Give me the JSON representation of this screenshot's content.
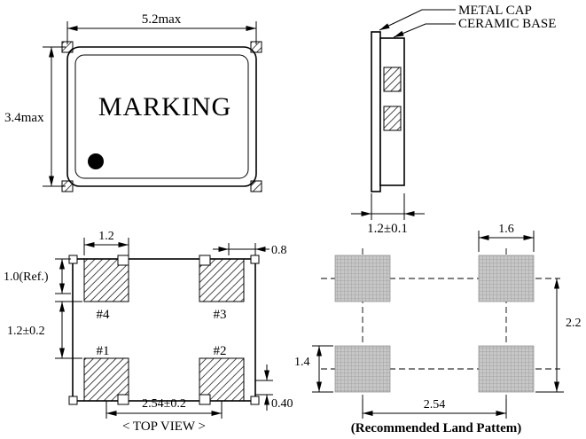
{
  "colors": {
    "ink": "#000000",
    "pad_fill": "#c7c7c7",
    "background": "#ffffff"
  },
  "package_view": {
    "dim_width": "5.2max",
    "dim_height": "3.4max",
    "marking": "MARKING"
  },
  "side_view": {
    "label_metal_cap": "METAL CAP",
    "label_ceramic_base": "CERAMIC BASE",
    "dim_thickness": "1.2±0.1"
  },
  "top_view": {
    "caption": "< TOP VIEW >",
    "dim_pad_width": "1.2",
    "dim_corner_pad": "0.8",
    "dim_ref": "1.0(Ref.)",
    "dim_vertical_pitch": "1.2±0.2",
    "dim_horizontal_pitch": "2.54±0.2",
    "dim_notch": "0.40",
    "pad_labels": {
      "p1": "#1",
      "p2": "#2",
      "p3": "#3",
      "p4": "#4"
    }
  },
  "land_pattern": {
    "caption": "(Recommended Land Pattem)",
    "dim_pad_width": "1.6",
    "dim_vertical": "2.2",
    "dim_pad_height": "1.4",
    "dim_pitch": "2.54"
  }
}
